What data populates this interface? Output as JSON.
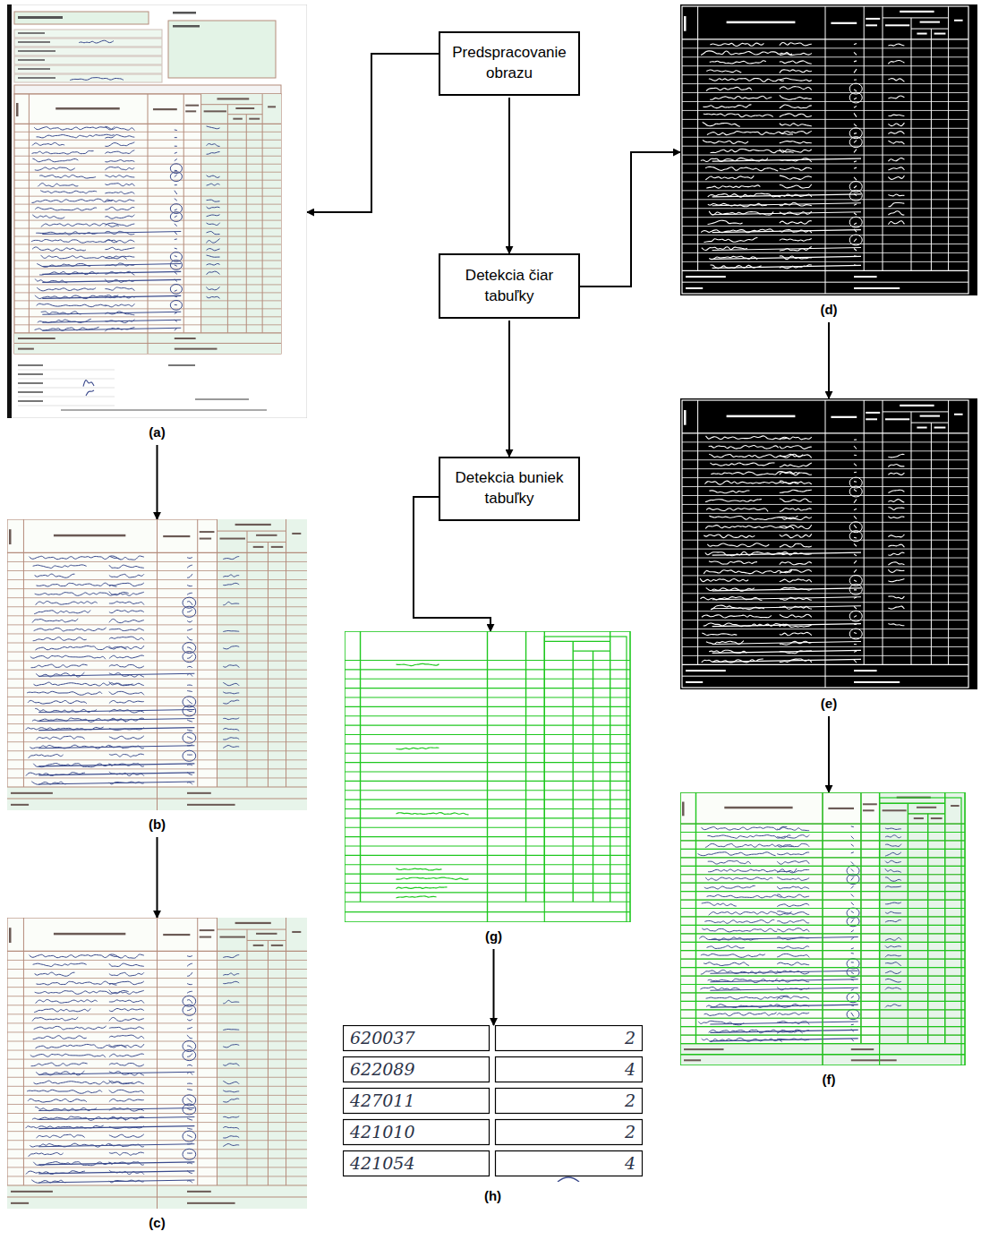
{
  "diagram": {
    "nodes": [
      {
        "text": [
          "Predspracovanie obrazu"
        ]
      },
      {
        "text": [
          "Detekcia čiar tabuľky"
        ]
      },
      {
        "text": [
          "Detekcia buniek tabuľky"
        ]
      },
      {
        "text": [
          "(a)"
        ]
      },
      {
        "text": [
          "(b)"
        ]
      },
      {
        "text": [
          "(c)"
        ]
      },
      {
        "text": [
          "(d)"
        ]
      },
      {
        "text": [
          "(e)"
        ]
      },
      {
        "text": [
          "(f)"
        ]
      },
      {
        "text": [
          "(g)"
        ]
      },
      {
        "text": [
          "(h)"
        ]
      }
    ],
    "edges": [
      {
        "from": 0,
        "to": 3,
        "arrow": "to"
      },
      {
        "from": 0,
        "to": 1,
        "arrow": "to"
      },
      {
        "from": 1,
        "to": 6,
        "arrow": "to"
      },
      {
        "from": 1,
        "to": 2,
        "arrow": "to"
      },
      {
        "from": 2,
        "to": 9,
        "arrow": "to"
      },
      {
        "from": 3,
        "to": 4,
        "arrow": "to"
      },
      {
        "from": 4,
        "to": 5,
        "arrow": "to"
      },
      {
        "from": 6,
        "to": 7,
        "arrow": "to"
      },
      {
        "from": 7,
        "to": 8,
        "arrow": "to"
      },
      {
        "from": 9,
        "to": 10,
        "arrow": "to"
      }
    ],
    "labels": [
      "620037",
      "2",
      "622089",
      "4",
      "427011",
      "2",
      "421010",
      "2",
      "421054",
      "4"
    ]
  }
}
